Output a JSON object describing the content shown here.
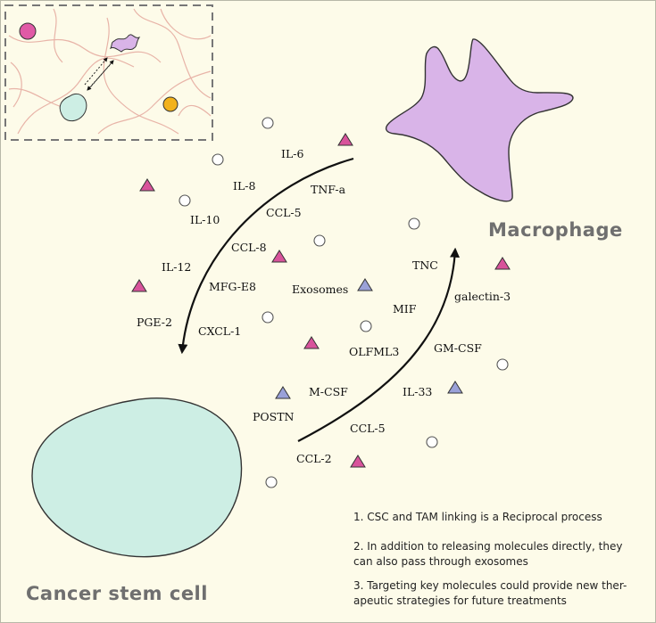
{
  "cells": {
    "macrophage": "Macrophage",
    "cancer_stem_cell": "Cancer stem cell"
  },
  "molecules_to_csc": [
    "IL-6",
    "IL-8",
    "TNF-a",
    "IL-10",
    "CCL-5",
    "CCL-8",
    "IL-12",
    "MFG-E8",
    "PGE-2",
    "CXCL-1"
  ],
  "molecules_to_macrophage": [
    "TNC",
    "galectin-3",
    "MIF",
    "OLFML3",
    "GM-CSF",
    "M-CSF",
    "IL-33",
    "POSTN",
    "CCL-5",
    "CCL-2"
  ],
  "exosomes": "Exosomes",
  "notes": [
    "1. CSC and TAM linking is a Reciprocal process",
    "2. In addition to releasing molecules directly, they can also pass through exosomes",
    "3. Targeting key molecules could provide new ther-apeutic strategies for future treatments"
  ],
  "colors": {
    "background": "#fdfbe9",
    "macrophage_fill": "#d9b4e8",
    "csc_fill": "#cdeee4",
    "pink_triangle": "#d8539b",
    "blue_triangle": "#9aa1d8",
    "dashed_border": "#777777"
  }
}
